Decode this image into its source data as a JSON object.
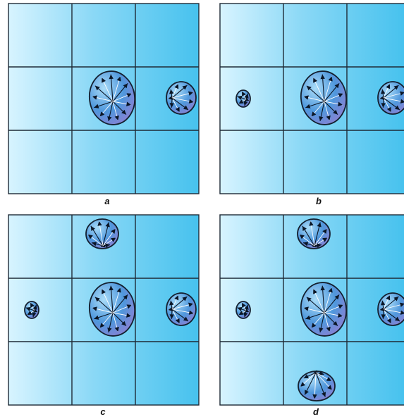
{
  "panels": [
    {
      "label": "a",
      "cells_with_seeds": [
        "center",
        "right"
      ]
    },
    {
      "label": "b",
      "cells_with_seeds": [
        "center",
        "right",
        "left"
      ]
    },
    {
      "label": "c",
      "cells_with_seeds": [
        "center",
        "right",
        "left",
        "top"
      ]
    },
    {
      "label": "d",
      "cells_with_seeds": [
        "center",
        "right",
        "left",
        "top",
        "bottom"
      ]
    }
  ],
  "grid": {
    "rows": 3,
    "cols": 3
  },
  "colors": {
    "gradient_light": "#d8f4ff",
    "gradient_dark": "#47c2ee",
    "grid_line": "#1e2a36",
    "seed_light": "#7cc4ef",
    "seed_dark": "#3f7ed0",
    "seed_purple": "#8f7fd3",
    "seed_outline": "#142030"
  }
}
